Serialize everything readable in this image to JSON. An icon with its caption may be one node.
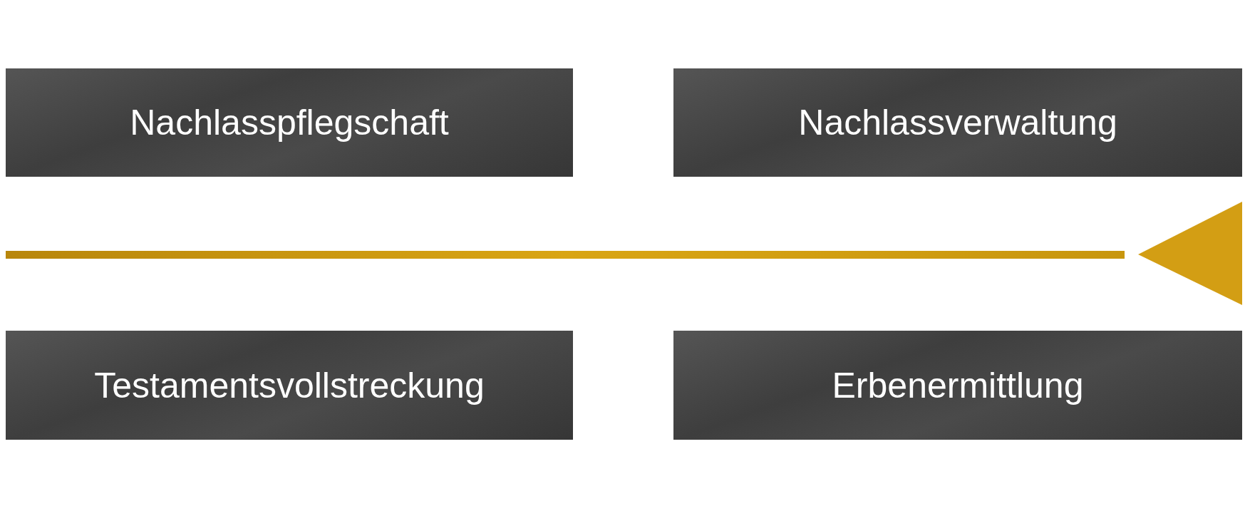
{
  "diagram": {
    "nodes": [
      {
        "text": [
          "Nachlasspflegschaft"
        ]
      },
      {
        "text": [
          "Nachlassverwaltung"
        ]
      },
      {
        "text": [
          "Testamentsvollstreckung"
        ]
      },
      {
        "text": [
          "Erbenermittlung"
        ]
      }
    ]
  }
}
